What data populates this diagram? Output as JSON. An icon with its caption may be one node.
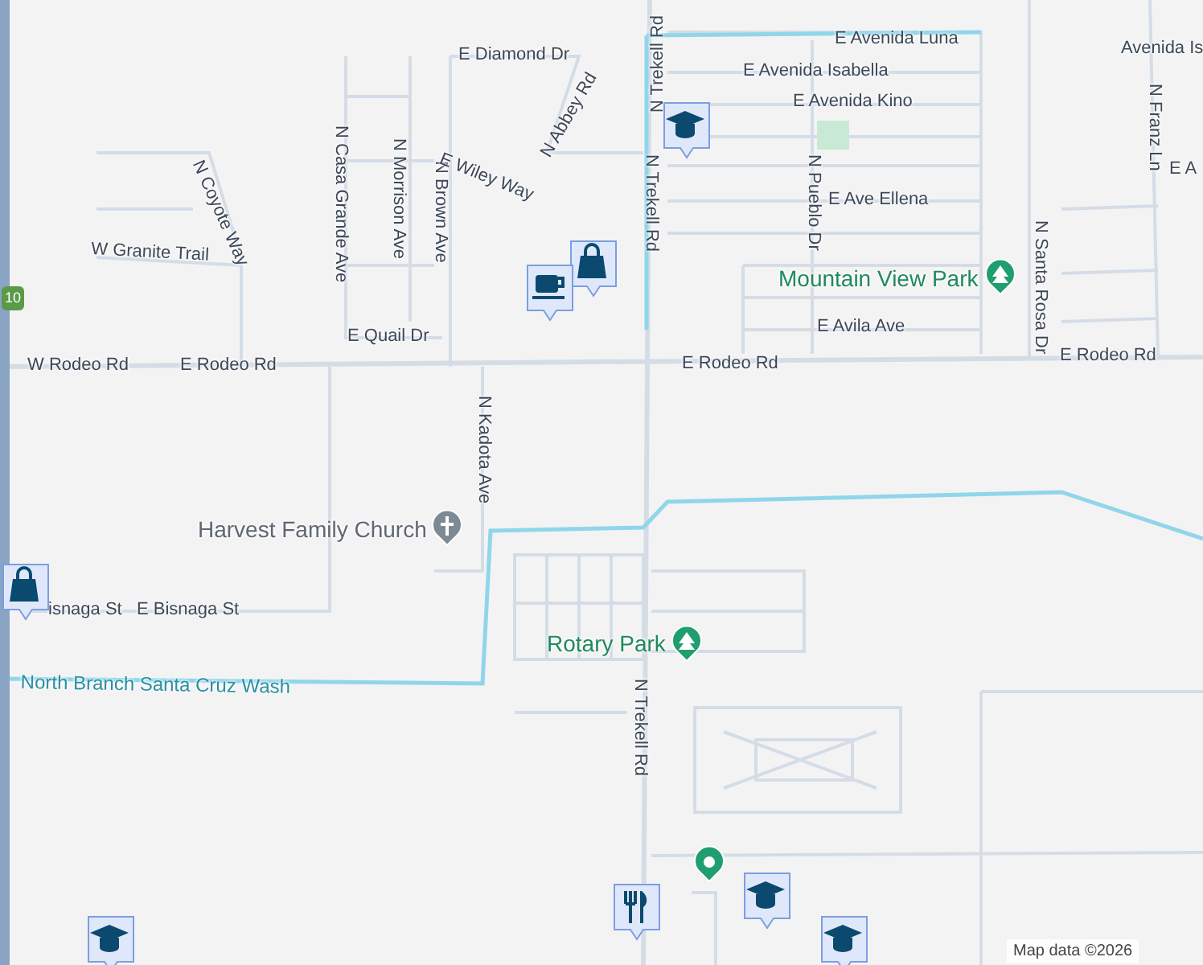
{
  "diagram": {
    "labels": [
      "E Diamond Dr",
      "E Avenida Luna",
      "Avenida Is",
      "E Avenida Isabella",
      "E Avenida Kino",
      "N Abbey Rd",
      "N Trekell Rd",
      "N Franz Ln",
      "E A",
      "N Casa Grande Ave",
      "N Morrison Ave",
      "N Brown Ave",
      "E Wiley Way",
      "N Coyote Way",
      "N Trekell Rd",
      "N Pueblo Dr",
      "E Ave Ellena",
      "W Granite Trail",
      "10",
      "Mountain View Park",
      "N Santa Rosa Dr",
      "E Quail Dr",
      "E Avila Ave",
      "W Rodeo Rd",
      "E Rodeo Rd",
      "E Rodeo Rd",
      "E Rodeo Rd",
      "N Kadota Ave",
      "Harvest Family Church",
      "isnaga St",
      "E Bisnaga St",
      "Rotary Park",
      "North Branch Santa Cruz Wash",
      "N Trekell Rd",
      "Map data ©2026"
    ]
  }
}
